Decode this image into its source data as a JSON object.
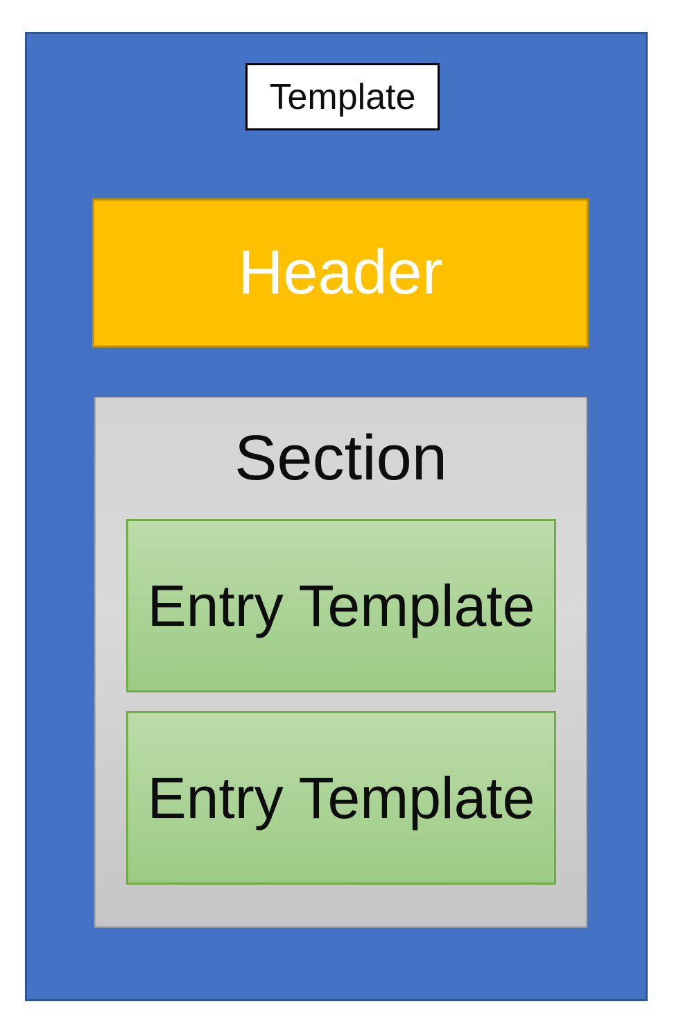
{
  "diagram": {
    "template_label": "Template",
    "header_label": "Header",
    "section_label": "Section",
    "entries": [
      {
        "label": "Entry Template"
      },
      {
        "label": "Entry Template"
      }
    ],
    "colors": {
      "template-bg": "#4472C4",
      "template-border": "#2F5597",
      "header-bg": "#FFC000",
      "header-border": "#BF9000",
      "section-bg-top": "#D4D4D4",
      "section-bg-bottom": "#C5C5C5",
      "entry-bg-top": "#BCDCAA",
      "entry-bg-bottom": "#9CCB84",
      "entry-border": "#70AD47",
      "label-box-bg": "#FFFFFF",
      "label-box-border": "#000000",
      "text-dark": "#0D0D0D",
      "text-light": "#FFFFFF"
    }
  }
}
